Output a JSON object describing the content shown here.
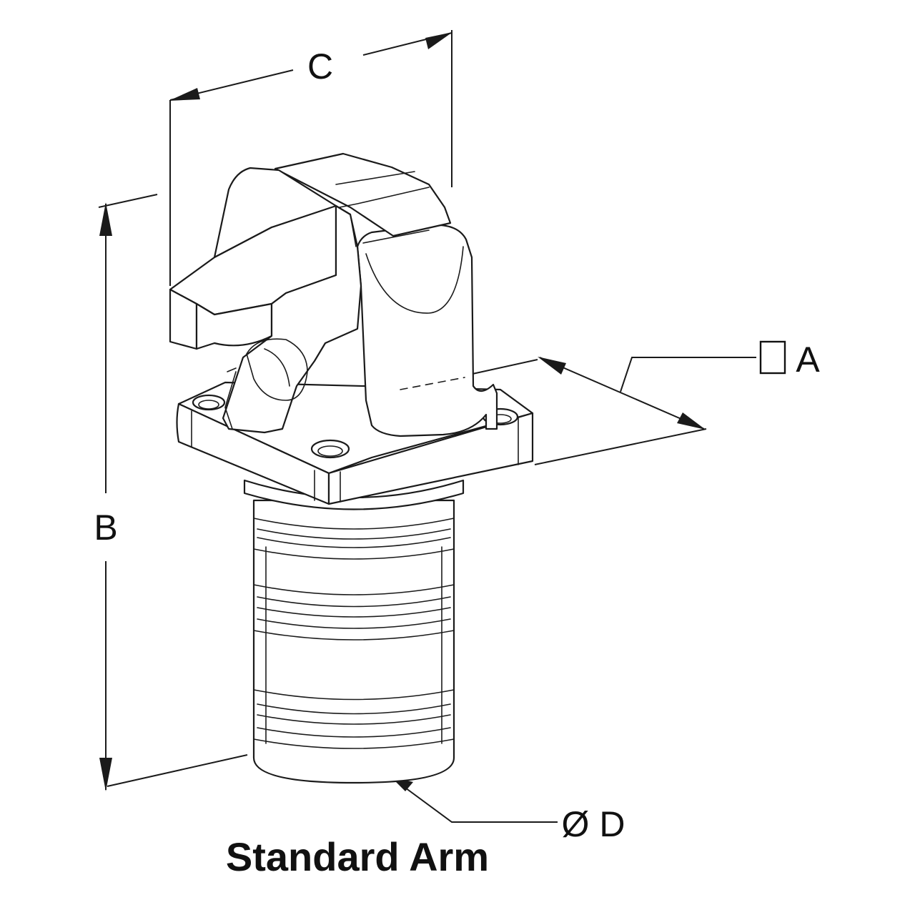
{
  "labels": {
    "c": "C",
    "a": "A",
    "b": "B",
    "d": "Ø D",
    "square_symbol": "square-symbol"
  },
  "caption": "Standard Arm",
  "colors": {
    "line": "#1a1a1a",
    "background": "#ffffff"
  }
}
